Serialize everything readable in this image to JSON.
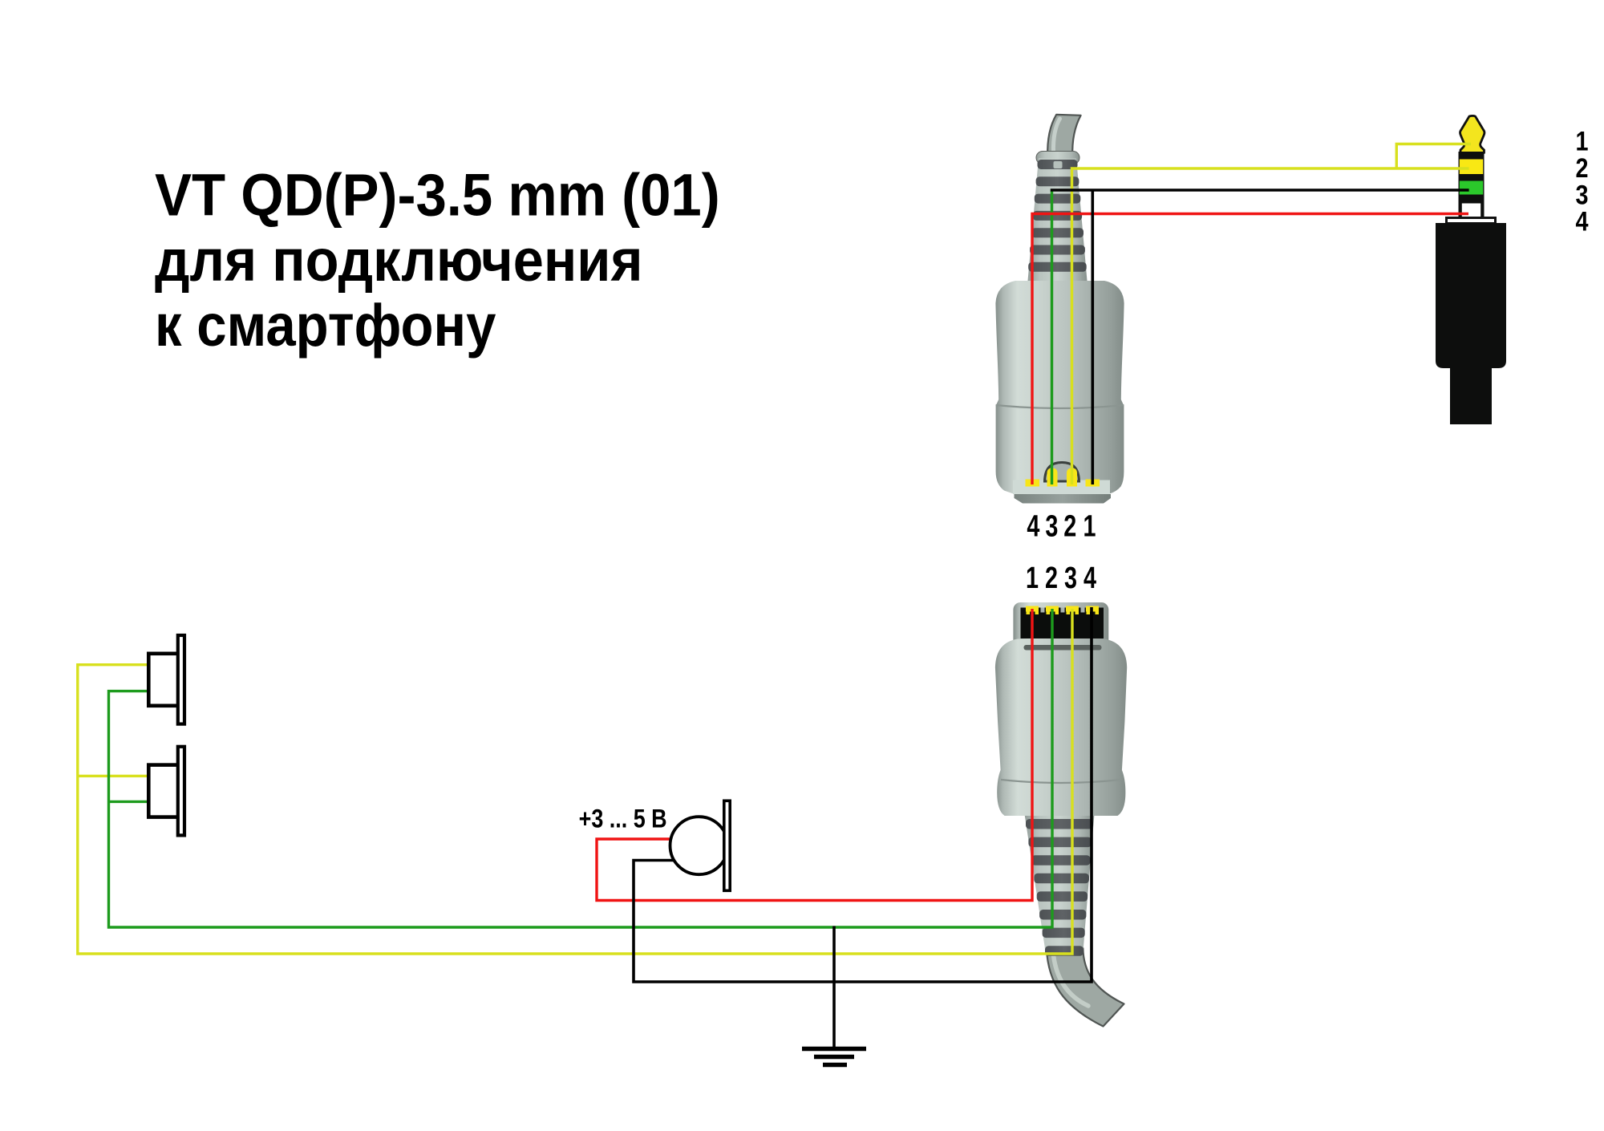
{
  "title": {
    "line1": "VT QD(P)-3.5 mm (01)",
    "line2": "для подключения",
    "line3": "к смартфону"
  },
  "jack_plug": {
    "pin_labels": [
      "1",
      "2",
      "3",
      "4"
    ]
  },
  "qd_connector_top": {
    "pin_labels": [
      "4",
      "3",
      "2",
      "1"
    ]
  },
  "qd_connector_bottom": {
    "pin_labels": [
      "1",
      "2",
      "3",
      "4"
    ]
  },
  "microphone": {
    "voltage_label": "+3 ... 5 В"
  },
  "colors": {
    "wire_yellow": "#d8e01e",
    "wire_green": "#1d9b1d",
    "wire_red": "#f01414",
    "wire_black": "#000000",
    "jack_tip_yellow": "#f3e51e",
    "jack_ring2_yellow": "#f9e814",
    "jack_ring3_green": "#2bc82b",
    "jack_sleeve_white": "#ffffff",
    "jack_body_black": "#0d0e0d",
    "contact_pad_yellow": "#f7e519",
    "text_black": "#000000",
    "background": "#ffffff"
  }
}
